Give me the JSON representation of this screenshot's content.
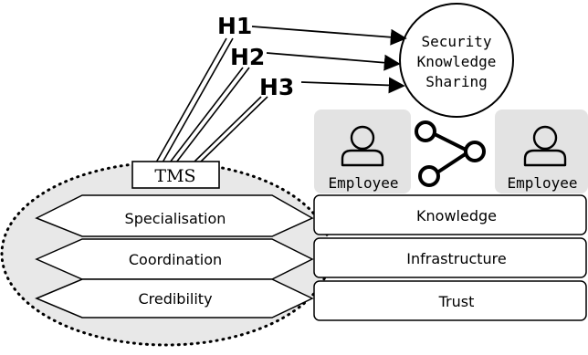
{
  "hypotheses": {
    "h1": "H1",
    "h2": "H2",
    "h3": "H3"
  },
  "target": {
    "line1": "Security",
    "line2": "Knowledge",
    "line3": "Sharing"
  },
  "tms": {
    "label": "TMS",
    "items": [
      "Specialisation",
      "Coordination",
      "Credibility"
    ]
  },
  "employees": {
    "left": "Employee",
    "right": "Employee"
  },
  "layers": [
    "Knowledge",
    "Infrastructure",
    "Trust"
  ],
  "icons": {
    "employee": "person-icon",
    "connection": "share-icon"
  }
}
